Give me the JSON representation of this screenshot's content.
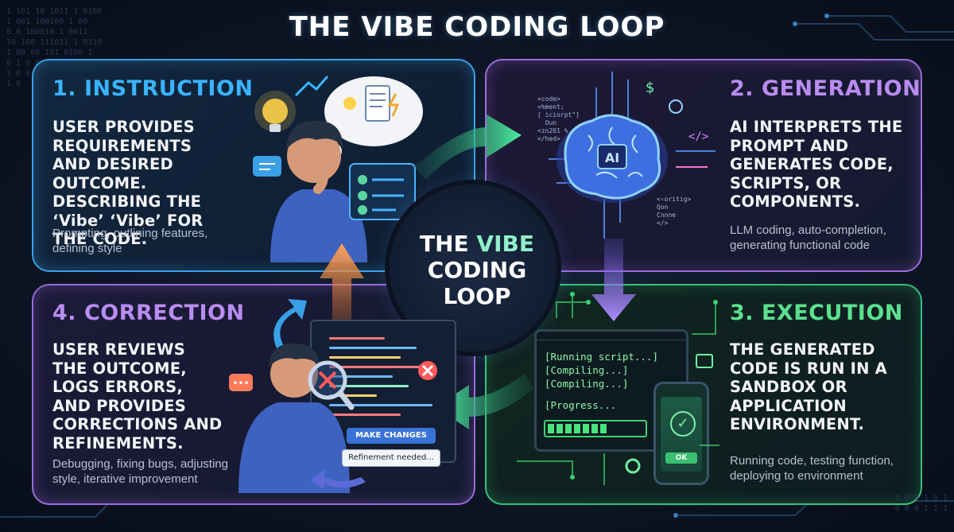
{
  "title": "THE VIBE CODING LOOP",
  "center": {
    "line1_pre": "THE ",
    "line1_accent": "VIBE",
    "line2": "CODING",
    "line3": "LOOP"
  },
  "steps": [
    {
      "title": "1. INSTRUCTION",
      "description": "USER PROVIDES REQUIREMENTS AND DESIRED OUTCOME. DESCRIBING THE ‘Vibe’ ‘Vibe’ FOR THE CODE.",
      "details": "Prompting, outlining features, defining style",
      "color": "#39b4ff"
    },
    {
      "title": "2. GENERATION",
      "description": "AI INTERPRETS THE PROMPT AND GENERATES CODE, SCRIPTS, OR COMPONENTS.",
      "details": "LLM coding, auto-completion, generating functional code",
      "color": "#b98cf0"
    },
    {
      "title": "3. EXECUTION",
      "description": "THE GENERATED CODE IS RUN IN A SANDBOX OR APPLICATION ENVIRONMENT.",
      "details": "Running code, testing function, deploying to environment",
      "color": "#5be08f"
    },
    {
      "title": "4. CORRECTION",
      "description": "USER REVIEWS THE OUTCOME, LOGS ERRORS, AND PROVIDES CORRECTIONS AND REFINEMENTS.",
      "details": "Debugging, fixing bugs, adjusting style, iterative improvement",
      "color": "#b98cf0"
    }
  ],
  "illustration": {
    "ai_label": "AI",
    "terminal_lines": [
      "[Running script...]",
      "[Compiling...]",
      "[Compiling...]",
      "",
      "[Progress..."
    ],
    "progress_fraction": 0.62,
    "phone_ok": "OK",
    "make_changes": "MAKE CHANGES",
    "refinement": "Refinement needed...",
    "gen_code_left": "<code>\n<%ment;\n[ iciorpt\"]\n  Oun\n<zn201 %\n</hed>",
    "gen_code_right": "<‹oritig>\nQon\nCnnne\n</>"
  }
}
